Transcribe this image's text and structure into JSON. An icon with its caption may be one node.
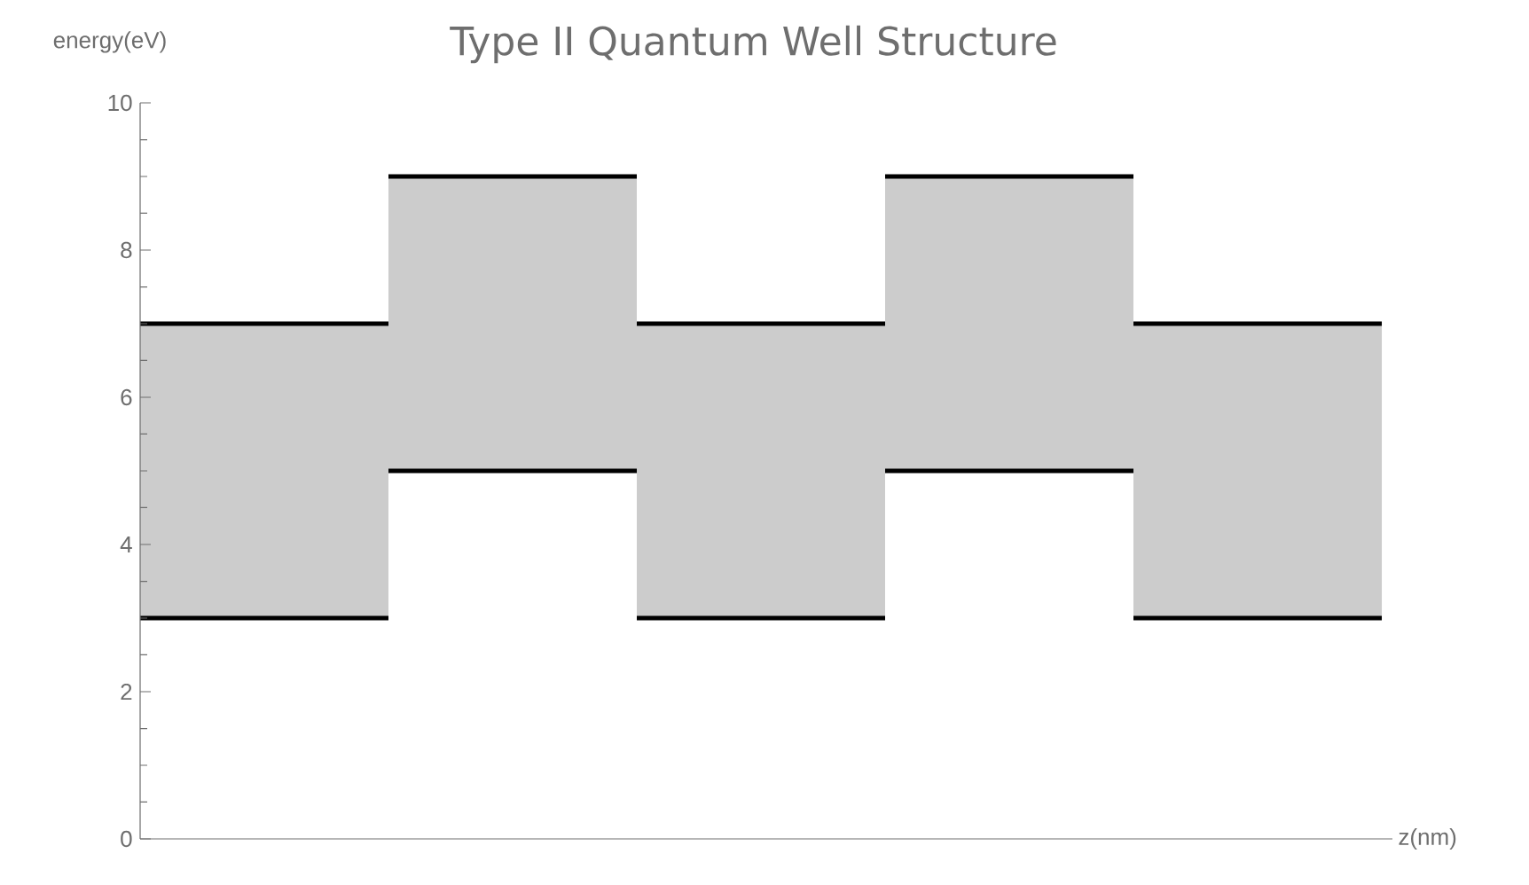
{
  "diagram": {
    "title": "Type II Quantum Well Structure",
    "labels": [
      "energy(eV)",
      "10",
      "8",
      "6",
      "4",
      "2",
      "0",
      "z(nm)"
    ]
  }
}
